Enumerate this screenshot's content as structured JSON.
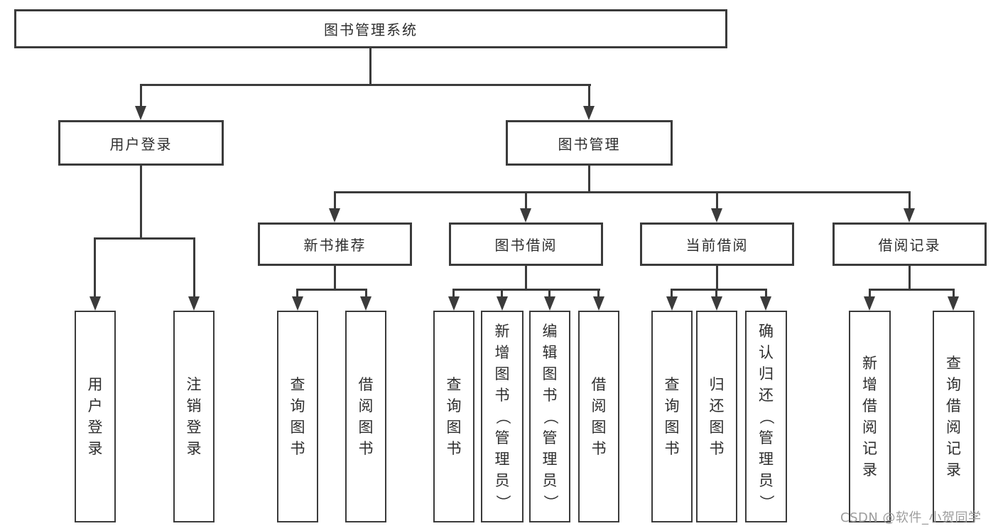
{
  "tree": {
    "label": "图书管理系统",
    "children": [
      {
        "label": "用户登录",
        "children": [
          {
            "label": "用户登录"
          },
          {
            "label": "注销登录"
          }
        ]
      },
      {
        "label": "图书管理",
        "children": [
          {
            "label": "新书推荐",
            "children": [
              {
                "label": "查询图书"
              },
              {
                "label": "借阅图书"
              }
            ]
          },
          {
            "label": "图书借阅",
            "children": [
              {
                "label": "查询图书"
              },
              {
                "label": "新增图书（管理员）"
              },
              {
                "label": "编辑图书（管理员）"
              },
              {
                "label": "借阅图书"
              }
            ]
          },
          {
            "label": "当前借阅",
            "children": [
              {
                "label": "查询图书"
              },
              {
                "label": "归还图书"
              },
              {
                "label": "确认归还（管理员）"
              }
            ]
          },
          {
            "label": "借阅记录",
            "children": [
              {
                "label": "新增借阅记录"
              },
              {
                "label": "查询借阅记录"
              }
            ]
          }
        ]
      }
    ]
  },
  "watermark": "CSDN @软件_小贺同学",
  "colors": {
    "line": "#3b3b3b",
    "text": "#2e2e2e",
    "watermark": "#9d9d9d",
    "background": "#ffffff"
  }
}
